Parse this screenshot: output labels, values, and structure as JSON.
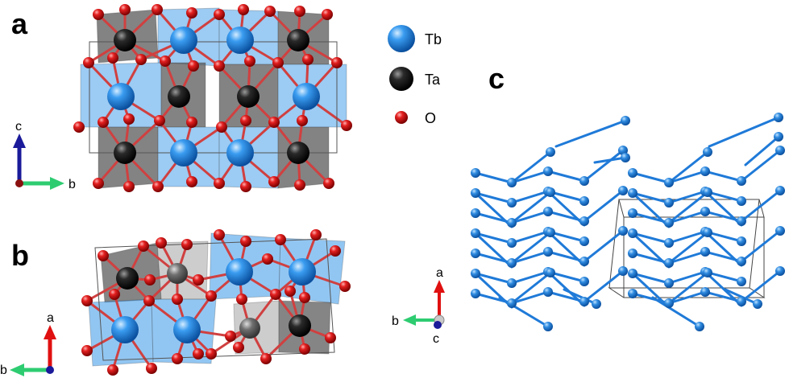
{
  "panels": {
    "a": {
      "label": "a",
      "axis_vertical": "c",
      "axis_horizontal": "b"
    },
    "b": {
      "label": "b",
      "axis_vertical": "a",
      "axis_horizontal": "b"
    },
    "c": {
      "label": "c",
      "axis_vertical": "a",
      "axis_horizontal": "b",
      "axis_depth": "c"
    }
  },
  "legend": [
    {
      "element": "Tb",
      "color": "#2a8ee0"
    },
    {
      "element": "Ta",
      "color": "#1a1a1a"
    },
    {
      "element": "O",
      "color": "#e01818"
    }
  ],
  "colors": {
    "tb": "#2a8ee0",
    "ta": "#1a1a1a",
    "o": "#e01818",
    "bond_c": "#1f7ad8",
    "axis_a": "#e01010",
    "axis_b": "#2ecc71",
    "axis_c": "#1a1a9a"
  }
}
